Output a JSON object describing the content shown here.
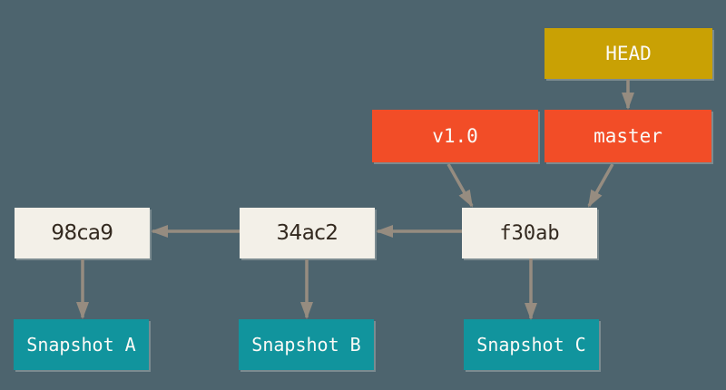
{
  "colors": {
    "bg": "#4d646e",
    "head_bg": "#c9a104",
    "ref_bg": "#f24d27",
    "commit_bg": "#f3f0e8",
    "snapshot_bg": "#11949d",
    "arrow": "#968c80",
    "dark_text": "#33291f",
    "light_text": "#fbfaf6"
  },
  "diagram": {
    "type": "git-references-graph",
    "head": {
      "label": "HEAD"
    },
    "tag": {
      "label": "v1.0"
    },
    "branch": {
      "label": "master"
    },
    "commits": [
      {
        "label": "98ca9"
      },
      {
        "label": "34ac2"
      },
      {
        "label": "f30ab"
      }
    ],
    "snapshots": [
      {
        "label": "Snapshot A"
      },
      {
        "label": "Snapshot B"
      },
      {
        "label": "Snapshot C"
      }
    ],
    "edges": [
      {
        "from": "HEAD",
        "to": "master"
      },
      {
        "from": "v1.0",
        "to": "f30ab"
      },
      {
        "from": "master",
        "to": "f30ab"
      },
      {
        "from": "f30ab",
        "to": "34ac2"
      },
      {
        "from": "34ac2",
        "to": "98ca9"
      },
      {
        "from": "98ca9",
        "to": "Snapshot A"
      },
      {
        "from": "34ac2",
        "to": "Snapshot B"
      },
      {
        "from": "f30ab",
        "to": "Snapshot C"
      }
    ]
  }
}
